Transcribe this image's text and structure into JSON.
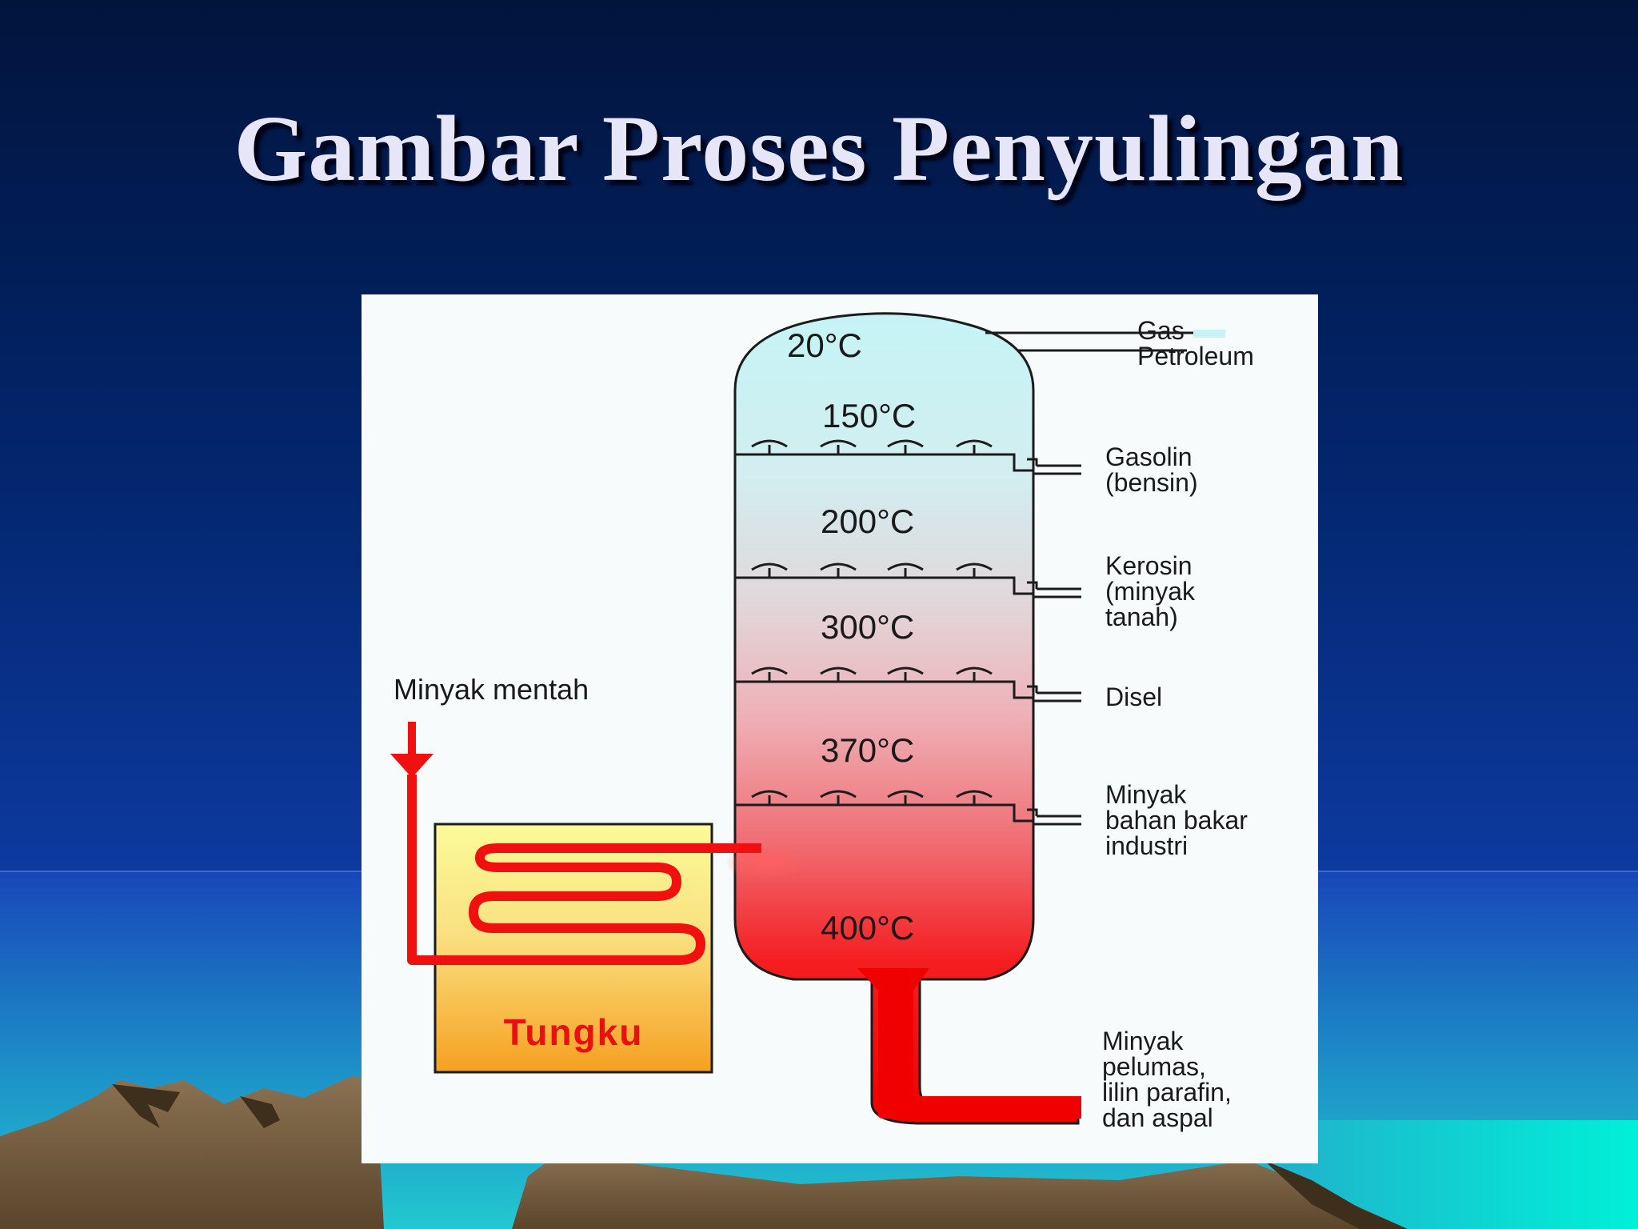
{
  "slide": {
    "title": "Gambar Proses Penyulingan"
  },
  "diagram": {
    "temperatures": [
      "20°C",
      "150°C",
      "200°C",
      "300°C",
      "370°C",
      "400°C"
    ],
    "products": {
      "gas_1": "Gas",
      "gas_2": "Petroleum",
      "gasolin_1": "Gasolin",
      "gasolin_2": "(bensin)",
      "kerosin_1": "Kerosin",
      "kerosin_2": "(minyak",
      "kerosin_3": "tanah)",
      "disel": "Disel",
      "industri_1": "Minyak",
      "industri_2": "bahan bakar",
      "industri_3": "industri",
      "residu_1": "Minyak",
      "residu_2": "pelumas,",
      "residu_3": "lilin parafin,",
      "residu_4": "dan aspal"
    },
    "input_label": "Minyak mentah",
    "furnace_label": "Tungku",
    "colors": {
      "column_top": "#c6f4f6",
      "column_bottom": "#f00000",
      "pipe": "#f01010",
      "furnace_top": "#fbfb98",
      "furnace_bottom": "#f6a020"
    }
  }
}
